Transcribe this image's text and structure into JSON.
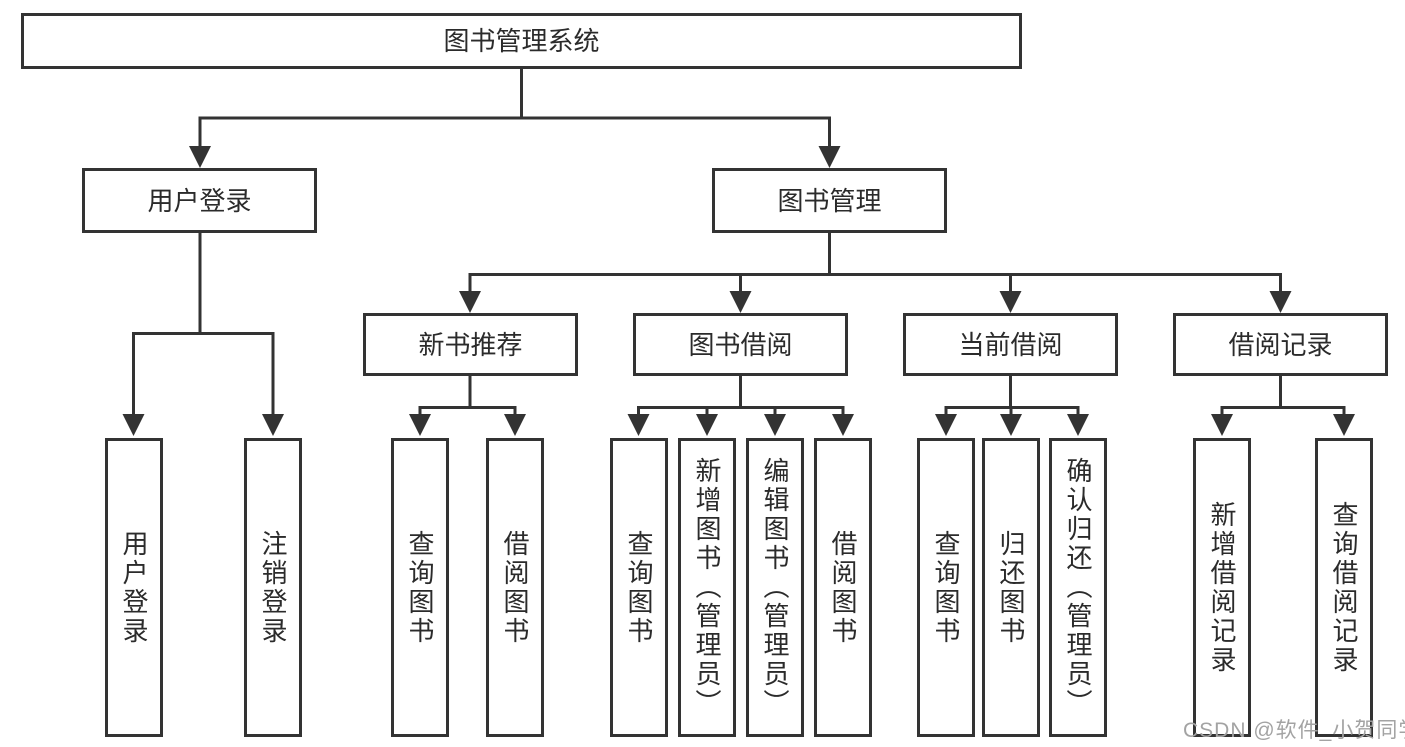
{
  "diagram": {
    "root": {
      "label": "图书管理系统"
    },
    "branches": [
      {
        "label": "用户登录",
        "children": [
          {
            "label": "用户登录"
          },
          {
            "label": "注销登录"
          }
        ]
      },
      {
        "label": "图书管理",
        "children": [
          {
            "label": "新书推荐",
            "children": [
              {
                "label": "查询图书"
              },
              {
                "label": "借阅图书"
              }
            ]
          },
          {
            "label": "图书借阅",
            "children": [
              {
                "label": "查询图书"
              },
              {
                "label": "新增图书（管理员）"
              },
              {
                "label": "编辑图书（管理员）"
              },
              {
                "label": "借阅图书"
              }
            ]
          },
          {
            "label": "当前借阅",
            "children": [
              {
                "label": "查询图书"
              },
              {
                "label": "归还图书"
              },
              {
                "label": "确认归还（管理员）"
              }
            ]
          },
          {
            "label": "借阅记录",
            "children": [
              {
                "label": "新增借阅记录"
              },
              {
                "label": "查询借阅记录"
              }
            ]
          }
        ]
      }
    ]
  },
  "watermark": {
    "text": "CSDN @软件_小贺同学"
  },
  "colors": {
    "line": "#333333",
    "text": "#2b2b2b",
    "watermark": "#a3a3a3",
    "background": "#ffffff"
  }
}
